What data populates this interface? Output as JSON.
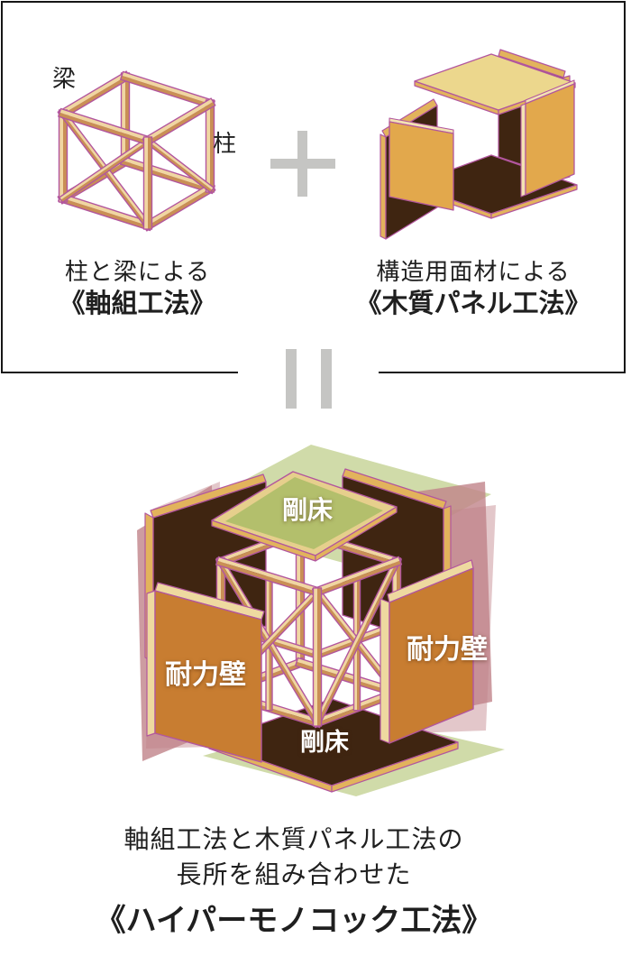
{
  "top_box": {
    "left": {
      "beam_label": "梁",
      "column_label": "柱",
      "caption_line1": "柱と梁による",
      "caption_line2": "《軸組工法》"
    },
    "operator": "+",
    "right": {
      "caption_line1": "構造用面材による",
      "caption_line2": "《木質パネル工法》"
    }
  },
  "equals_operator": "=",
  "result": {
    "labels": {
      "top_floor": "剛床",
      "bottom_floor": "剛床",
      "left_wall": "耐力壁",
      "right_wall": "耐力壁"
    },
    "caption_line1": "軸組工法と木質パネル工法の",
    "caption_line2": "長所を組み合わせた",
    "caption_line3": "《ハイパーモノコック工法》"
  },
  "colors": {
    "beam_light": "#f0d6a2",
    "beam_dark": "#c98f55",
    "outline": "#b2569e",
    "panel_face": "#3f2511",
    "panel_edge": "#e2b35c",
    "top_panel": "#ecd78d",
    "orange_panel": "#e2a84c",
    "orange_panel_edge": "#f3e3b2",
    "wall_orange": "#c87d31",
    "wall_edge": "#eed9a0",
    "slab_green": "#b3bf6c",
    "slab_rim": "#e6cf8c",
    "glow_green": "#cdd9a4",
    "glow_pink": "#c08389",
    "operator_gray": "#c5c5c3",
    "box_border": "#161616",
    "text_dark": "#1f1f1f",
    "label_white": "#ffffff"
  }
}
